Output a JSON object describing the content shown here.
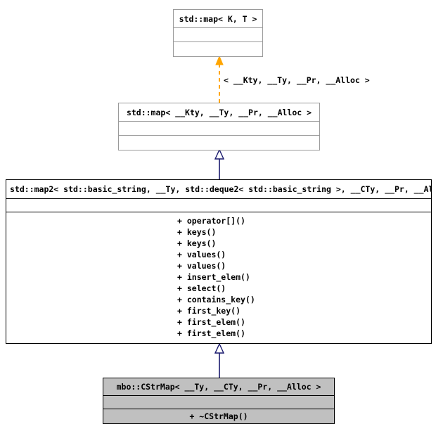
{
  "diagram": {
    "kind": "uml-class-inheritance-diagram",
    "colors": {
      "background": "#ffffff",
      "box_border_light": "#9a9a9a",
      "box_border_dark": "#000000",
      "derived_fill": "#c0c0c0",
      "inheritance_edge": "#1a1a6e",
      "template_binding_edge": "#ffa500",
      "text": "#000000"
    }
  },
  "nodes": {
    "std_map_kt": {
      "title": "std::map< K, T >",
      "attributes": [],
      "operations": []
    },
    "std_map_full": {
      "title": "std::map< __Kty, __Ty, __Pr, __Alloc >",
      "attributes": [],
      "operations": []
    },
    "std_map2": {
      "title": "std::map2< std::basic_string, __Ty, std::deque2< std::basic_string >, __CTy, __Pr, __Al",
      "attributes": [],
      "operations": [
        "+ operator[]()",
        "+ keys()",
        "+ keys()",
        "+ values()",
        "+ values()",
        "+ insert_elem()",
        "+ select()",
        "+ contains_key()",
        "+ first_key()",
        "+ first_elem()",
        "+ first_elem()"
      ]
    },
    "mbo_cstrmap": {
      "title": "mbo::CStrMap< __Ty, __CTy, __Pr, __Alloc >",
      "attributes": [],
      "operations": [
        "+ ~CStrMap()"
      ]
    }
  },
  "edges": {
    "template_binding": {
      "from": "std_map_full",
      "to": "std_map_kt",
      "style": "dashed",
      "arrow": "filled-triangle",
      "label": "< __Kty, __Ty, __Pr, __Alloc >"
    },
    "inherit_map2_from_map": {
      "from": "std_map2",
      "to": "std_map_full",
      "style": "solid",
      "arrow": "hollow-triangle",
      "label": ""
    },
    "inherit_cstrmap_from_map2": {
      "from": "mbo_cstrmap",
      "to": "std_map2",
      "style": "solid",
      "arrow": "hollow-triangle",
      "label": ""
    }
  }
}
